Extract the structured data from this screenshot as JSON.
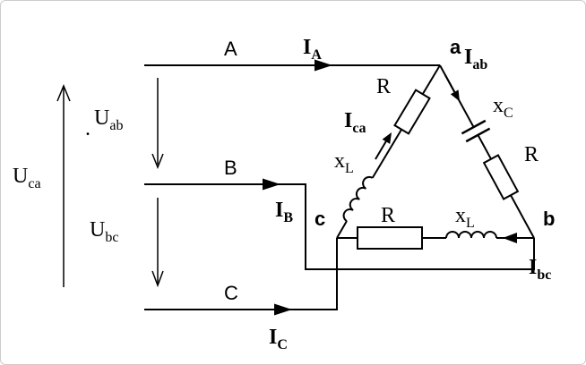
{
  "colors": {
    "stroke": "#000000",
    "background": "#ffffff",
    "border": "#cccccc"
  },
  "labels": {
    "phase_a": "A",
    "phase_b": "B",
    "phase_c": "C",
    "node_a": "a",
    "node_b": "b",
    "node_c": "c",
    "current_line_a": {
      "base": "I",
      "sub": "A"
    },
    "current_line_b": {
      "base": "I",
      "sub": "B"
    },
    "current_line_c": {
      "base": "I",
      "sub": "C"
    },
    "current_ab": {
      "base": "I",
      "sub": "ab"
    },
    "current_bc": {
      "base": "I",
      "sub": "bc"
    },
    "current_ca": {
      "base": "I",
      "sub": "ca"
    },
    "voltage_ab": {
      "base": "U",
      "sub": "ab"
    },
    "voltage_bc": {
      "base": "U",
      "sub": "bc"
    },
    "voltage_ca": {
      "base": "U",
      "sub": "ca"
    },
    "voltage_ab_dot": ".",
    "resistor_ca": "R",
    "resistor_ab": "R",
    "resistor_cb": "R",
    "reactance_capacitive_ab": {
      "base": "x",
      "sub": "C"
    },
    "reactance_inductive_ca": {
      "base": "x",
      "sub": "L"
    },
    "reactance_inductive_cb": {
      "base": "x",
      "sub": "L"
    }
  }
}
